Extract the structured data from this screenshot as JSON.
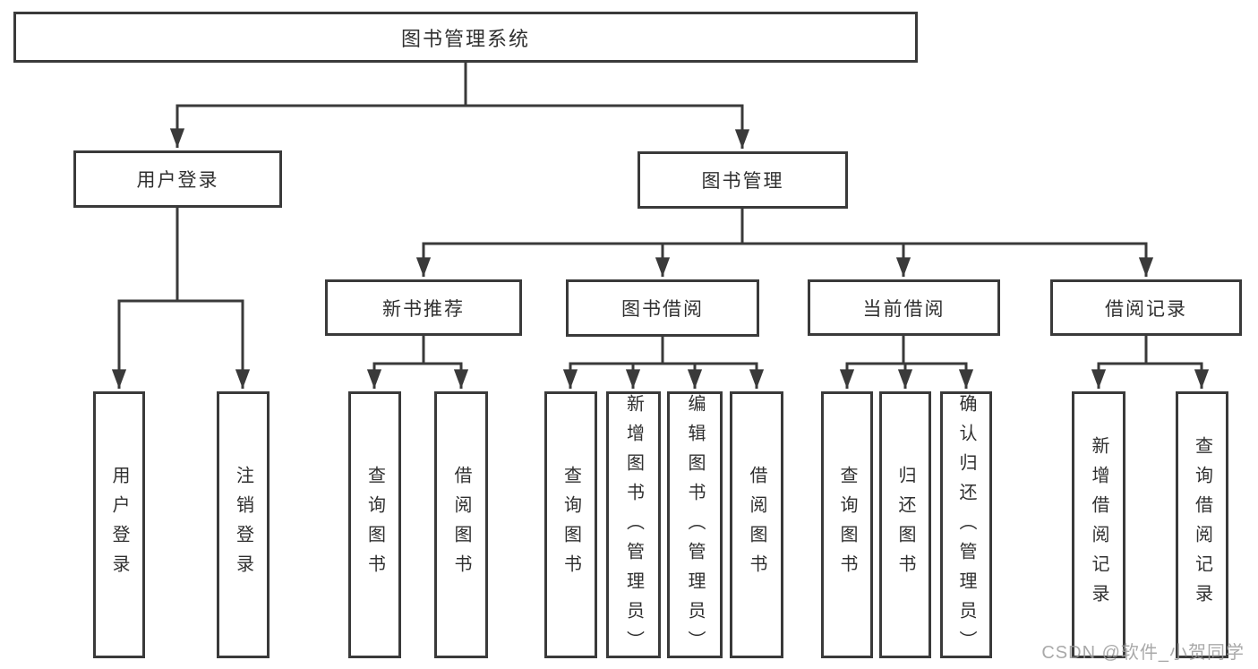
{
  "colors": {
    "line": "#3a3a3a",
    "box_border": "#3a3a3a",
    "text": "#303030",
    "watermark": "#9b9b9b",
    "background": "#ffffff"
  },
  "tree": {
    "root": {
      "label": "图书管理系统"
    },
    "level1": [
      {
        "label": "用户登录"
      },
      {
        "label": "图书管理"
      }
    ],
    "level2": [
      {
        "label": "新书推荐",
        "parent": "图书管理"
      },
      {
        "label": "图书借阅",
        "parent": "图书管理"
      },
      {
        "label": "当前借阅",
        "parent": "图书管理"
      },
      {
        "label": "借阅记录",
        "parent": "图书管理"
      }
    ],
    "leaves": [
      {
        "label": "用户登录",
        "parent": "用户登录"
      },
      {
        "label": "注销登录",
        "parent": "用户登录"
      },
      {
        "label": "查询图书",
        "parent": "新书推荐"
      },
      {
        "label": "借阅图书",
        "parent": "新书推荐"
      },
      {
        "label": "查询图书",
        "parent": "图书借阅"
      },
      {
        "label": "新增图书（管理员）",
        "parent": "图书借阅"
      },
      {
        "label": "编辑图书（管理员）",
        "parent": "图书借阅"
      },
      {
        "label": "借阅图书",
        "parent": "图书借阅"
      },
      {
        "label": "查询图书",
        "parent": "当前借阅"
      },
      {
        "label": "归还图书",
        "parent": "当前借阅"
      },
      {
        "label": "确认归还（管理员）",
        "parent": "当前借阅"
      },
      {
        "label": "新增借阅记录",
        "parent": "借阅记录"
      },
      {
        "label": "查询借阅记录",
        "parent": "借阅记录"
      }
    ]
  },
  "watermark": "CSDN @软件_小贺同学"
}
